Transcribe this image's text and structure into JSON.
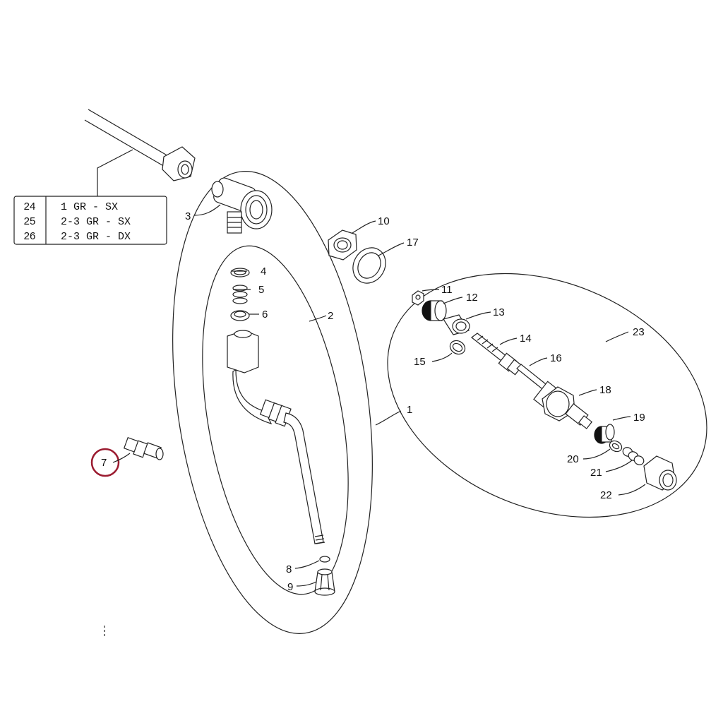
{
  "labels": [
    "1",
    "2",
    "3",
    "4",
    "5",
    "6",
    "7",
    "8",
    "9",
    "10",
    "11",
    "12",
    "13",
    "14",
    "15",
    "16",
    "17",
    "18",
    "19",
    "20",
    "21",
    "22",
    "23"
  ],
  "table": [
    {
      "num": "24",
      "desc": "1 GR - SX"
    },
    {
      "num": "25",
      "desc": "2-3 GR - SX"
    },
    {
      "num": "26",
      "desc": "2-3 GR - DX"
    }
  ],
  "highlight_color": "#9b1b30"
}
